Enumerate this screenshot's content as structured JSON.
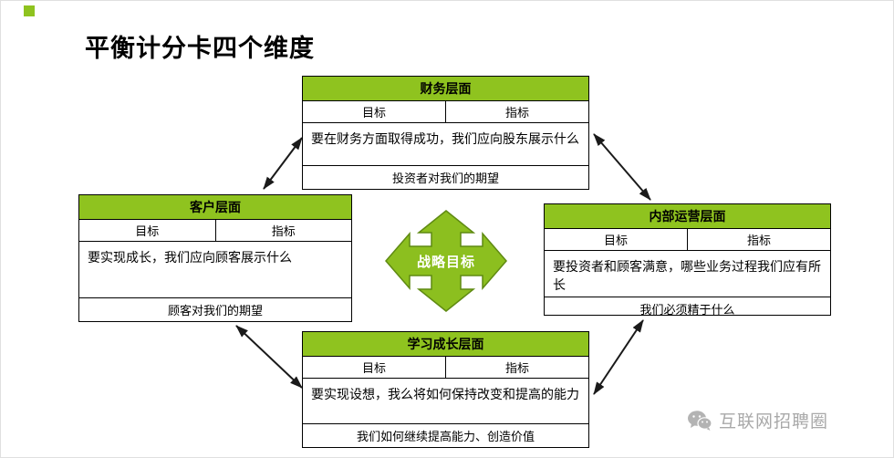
{
  "page": {
    "title": "平衡计分卡四个维度",
    "accent_green": "#8fc31f",
    "border_color": "#000000"
  },
  "center": {
    "shape": "four-way-arrow-icon",
    "label": "战略目标",
    "fill": "#8cbf1f",
    "text_color": "#ffffff"
  },
  "boxes": {
    "finance": {
      "header": "财务层面",
      "col_goal": "目标",
      "col_metric": "指标",
      "body": "要在财务方面取得成功，我们应向股东展示什么",
      "footer": "投资者对我们的期望"
    },
    "customer": {
      "header": "客户层面",
      "col_goal": "目标",
      "col_metric": "指标",
      "body": "要实现成长，我们应向顾客展示什么",
      "footer": "顾客对我们的期望"
    },
    "internal": {
      "header": "内部运营层面",
      "col_goal": "目标",
      "col_metric": "指标",
      "body": "要投资者和顾客满意，哪些业务过程我们应有所长",
      "footer": "我们必须精于什么"
    },
    "learning": {
      "header": "学习成长层面",
      "col_goal": "目标",
      "col_metric": "指标",
      "body": "要实现设想，我么将如何保持改变和提高的能力",
      "footer": "我们如何继续提高能力、创造价值"
    }
  },
  "connectors": {
    "style": "double-headed-arrow",
    "color": "#1a1a1a"
  },
  "watermark": {
    "icon": "wechat-icon",
    "label": "互联网招聘圈",
    "color": "#a9a9a9"
  }
}
